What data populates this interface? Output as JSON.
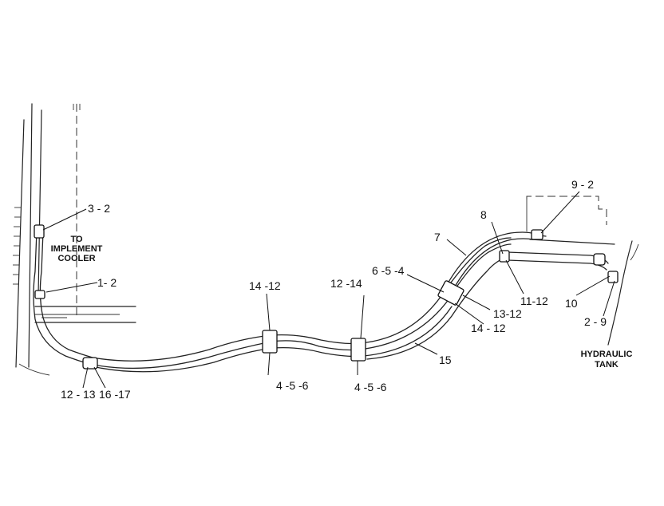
{
  "notes": {
    "implement_cooler": [
      "TO",
      "IMPLEMENT",
      "COOLER"
    ],
    "hydraulic_tank": [
      "HYDRAULIC",
      "TANK"
    ]
  },
  "callouts": {
    "c_3_2": "3 - 2",
    "c_1_2": "1- 2",
    "c_12_13": "12 - 13",
    "c_16_17": "16 -17",
    "c_14_12_a": "14 -12",
    "c_4_5_6_a": "4 -5 -6",
    "c_12_14": "12 -14",
    "c_4_5_6_b": "4 -5 -6",
    "c_6_5_4": "6 -5 -4",
    "c_7": "7",
    "c_8": "8",
    "c_9_2": "9 - 2",
    "c_11_12": "11-12",
    "c_13_12": "13-12",
    "c_14_12_b": "14 - 12",
    "c_15": "15",
    "c_10": "10",
    "c_2_9": "2 - 9"
  }
}
